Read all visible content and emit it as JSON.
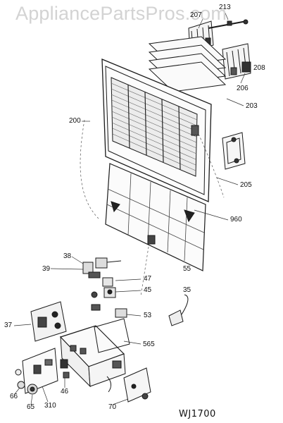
{
  "watermark": "AppliancePartsPros.com",
  "model_code": "WJ1700",
  "part_numbers": [
    "207",
    "213",
    "208",
    "206",
    "203",
    "200",
    "205",
    "960",
    "38",
    "39",
    "55",
    "47",
    "45",
    "35",
    "53",
    "37",
    "565",
    "66",
    "65",
    "310",
    "46",
    "70"
  ]
}
